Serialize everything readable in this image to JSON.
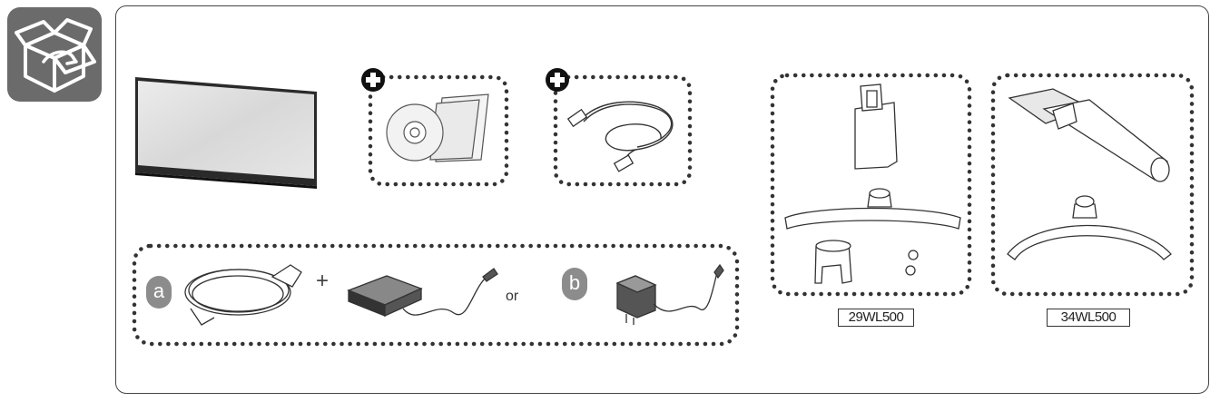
{
  "header": {
    "icon": "open-box-icon",
    "icon_bg_color": "#6b6b6b"
  },
  "components": {
    "monitor": "monitor-panel",
    "optional_marker": "plus-circle-icon",
    "optional_items": [
      "cd-and-manuals",
      "hdmi-cable"
    ],
    "power_group": {
      "option_a_badge": "a",
      "option_b_badge": "b",
      "plus_symbol": "+",
      "or_text": "or",
      "option_a_items": [
        "power-cord",
        "ac-dc-adapter"
      ],
      "option_b_items": [
        "wall-adapter"
      ]
    },
    "stands": [
      {
        "model": "29WL500",
        "parts": [
          "stand-body",
          "stand-base",
          "cable-holder",
          "screws"
        ]
      },
      {
        "model": "34WL500",
        "parts": [
          "stand-body",
          "stand-base"
        ]
      }
    ]
  }
}
